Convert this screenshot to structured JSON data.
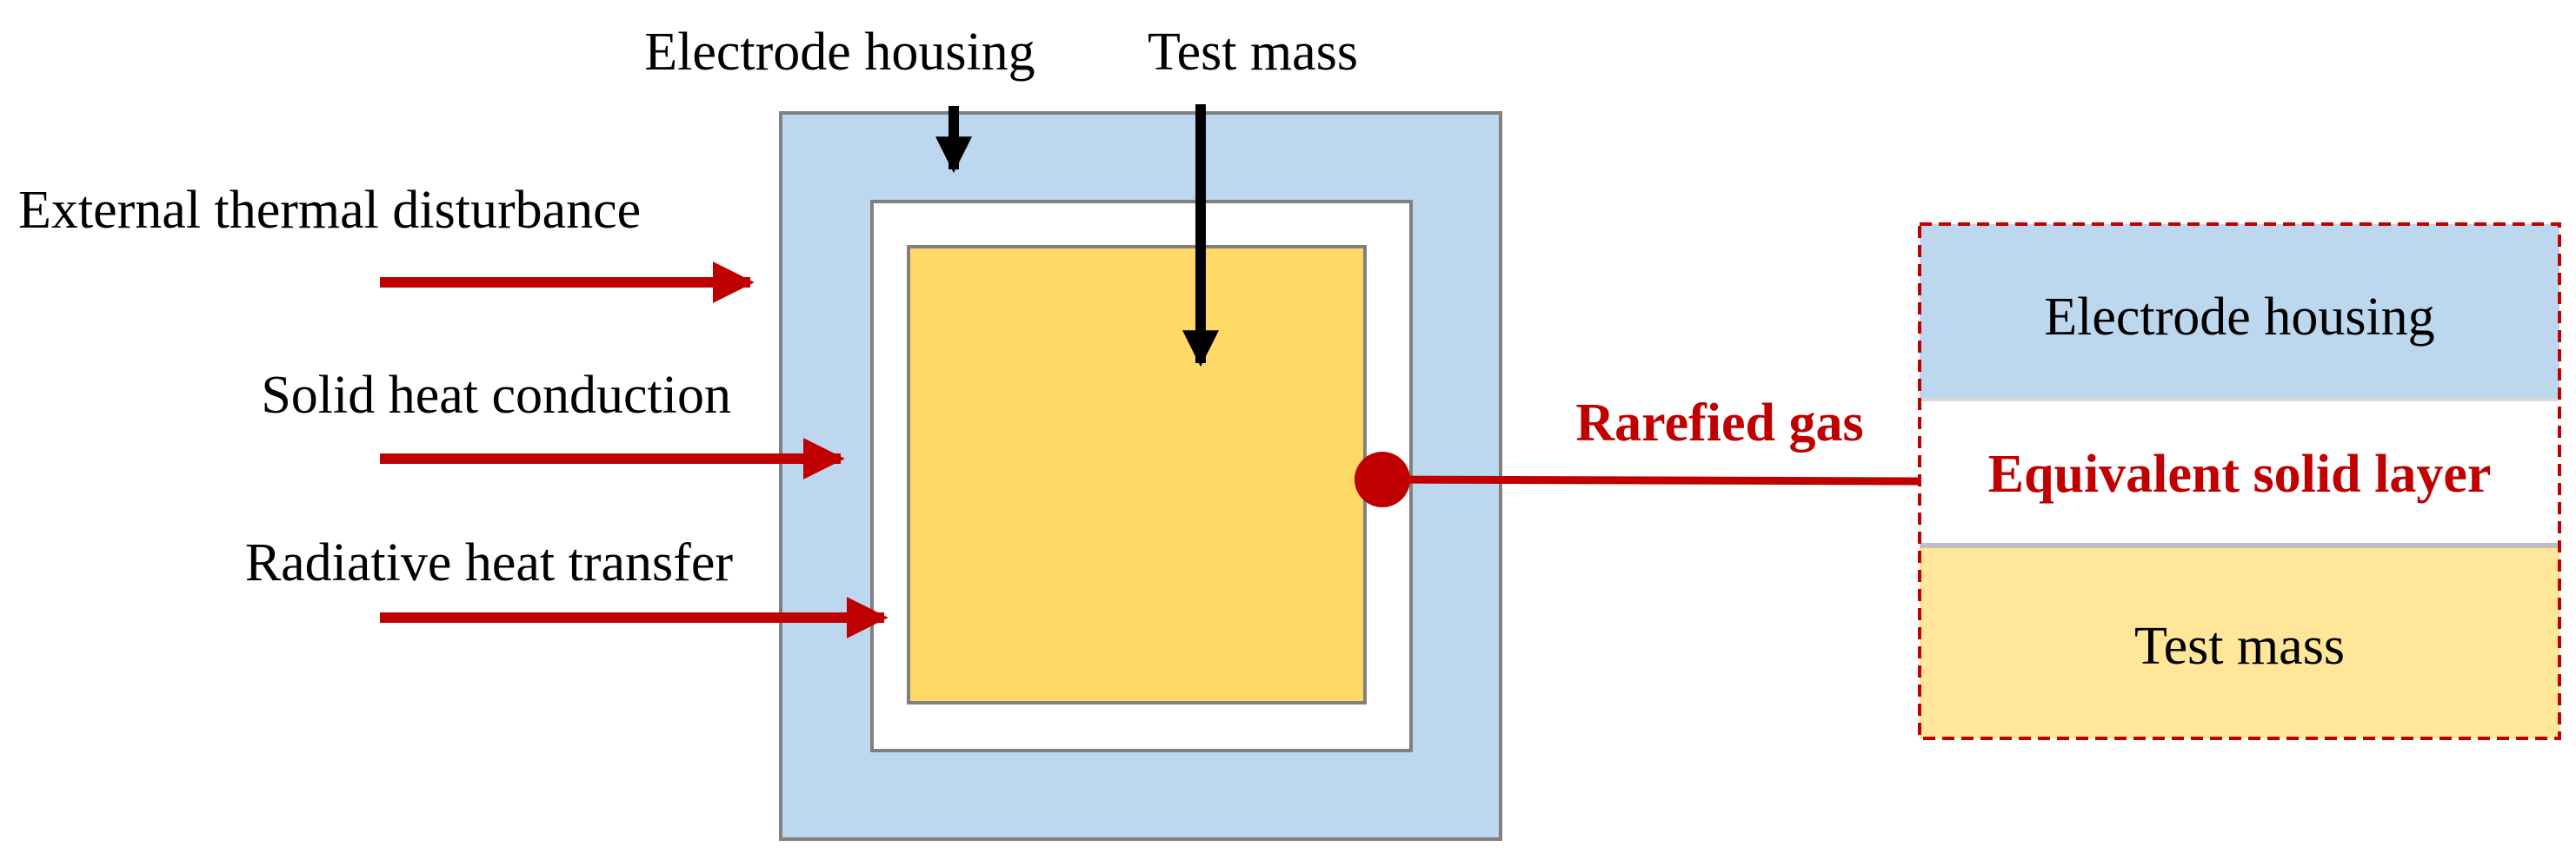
{
  "labels": {
    "electrode_housing_top": "Electrode housing",
    "test_mass_top": "Test mass",
    "external_thermal_disturbance": "External thermal disturbance",
    "solid_heat_conduction": "Solid heat conduction",
    "radiative_heat_transfer": "Radiative heat transfer",
    "rarefied_gas": "Rarefied gas"
  },
  "layer_stack": {
    "electrode_housing": "Electrode housing",
    "equivalent_solid_layer": "Equivalent solid layer",
    "test_mass": "Test mass"
  },
  "colors": {
    "housing_fill": "#bdd7ee",
    "test_mass_fill": "#ffd966",
    "test_mass_fill_light": "#ffe699",
    "arrow_red": "#c00000",
    "outline_gray": "#808080",
    "arrow_black": "#000000"
  }
}
